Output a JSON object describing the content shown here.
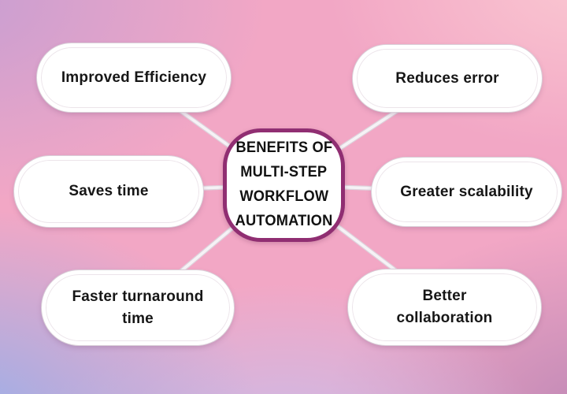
{
  "center": {
    "lines": [
      "BENEFITS OF",
      "MULTI-STEP",
      "WORKFLOW",
      "AUTOMATION"
    ]
  },
  "nodes": [
    {
      "id": "improved-efficiency",
      "lines": [
        "Improved Efficiency"
      ]
    },
    {
      "id": "reduces-error",
      "lines": [
        "Reduces error"
      ]
    },
    {
      "id": "saves-time",
      "lines": [
        "Saves time"
      ]
    },
    {
      "id": "greater-scalability",
      "lines": [
        "Greater scalability"
      ]
    },
    {
      "id": "faster-turnaround-time",
      "lines": [
        "Faster turnaround",
        "time"
      ]
    },
    {
      "id": "better-collaboration",
      "lines": [
        "Better",
        "collaboration"
      ]
    }
  ],
  "colors": {
    "center_border": "#902e72",
    "node_fill": "#ffffff",
    "text": "#161616",
    "connector": "#f6f2f6",
    "bg_pink": "#f2a7c5",
    "bg_pink_light": "#fac6d1",
    "bg_purple": "#c79ed2",
    "bg_blue": "#98afe9",
    "bg_lavender": "#c9bce9",
    "bg_mauve": "#bd87b5"
  }
}
